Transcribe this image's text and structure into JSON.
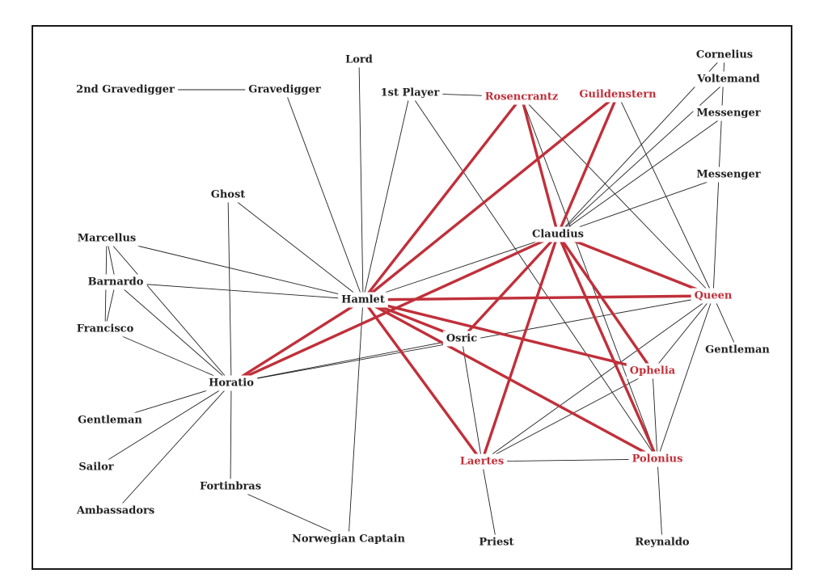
{
  "colors": {
    "highlight": "#c0303a",
    "normal": "#222222"
  },
  "nodes": [
    {
      "id": "gravedigger2",
      "label": "2nd Gravedigger",
      "highlight": false
    },
    {
      "id": "gravedigger",
      "label": "Gravedigger",
      "highlight": false
    },
    {
      "id": "lord",
      "label": "Lord",
      "highlight": false
    },
    {
      "id": "player1",
      "label": "1st Player",
      "highlight": false
    },
    {
      "id": "rosencrantz",
      "label": "Rosencrantz",
      "highlight": true
    },
    {
      "id": "guildenstern",
      "label": "Guildenstern",
      "highlight": true
    },
    {
      "id": "cornelius",
      "label": "Cornelius",
      "highlight": false
    },
    {
      "id": "voltemand",
      "label": "Voltemand",
      "highlight": false
    },
    {
      "id": "messenger1",
      "label": "Messenger",
      "highlight": false
    },
    {
      "id": "messenger2",
      "label": "Messenger",
      "highlight": false
    },
    {
      "id": "ghost",
      "label": "Ghost",
      "highlight": false
    },
    {
      "id": "marcellus",
      "label": "Marcellus",
      "highlight": false
    },
    {
      "id": "barnardo",
      "label": "Barnardo",
      "highlight": false
    },
    {
      "id": "francisco",
      "label": "Francisco",
      "highlight": false
    },
    {
      "id": "claudius",
      "label": "Claudius",
      "highlight": false
    },
    {
      "id": "hamlet",
      "label": "Hamlet",
      "highlight": false
    },
    {
      "id": "queen",
      "label": "Queen",
      "highlight": true
    },
    {
      "id": "osric",
      "label": "Osric",
      "highlight": false
    },
    {
      "id": "gentleman_r",
      "label": "Gentleman",
      "highlight": false
    },
    {
      "id": "ophelia",
      "label": "Ophelia",
      "highlight": true
    },
    {
      "id": "horatio",
      "label": "Horatio",
      "highlight": false
    },
    {
      "id": "gentleman_l",
      "label": "Gentleman",
      "highlight": false
    },
    {
      "id": "sailor",
      "label": "Sailor",
      "highlight": false
    },
    {
      "id": "fortinbras",
      "label": "Fortinbras",
      "highlight": false
    },
    {
      "id": "ambassadors",
      "label": "Ambassadors",
      "highlight": false
    },
    {
      "id": "laertes",
      "label": "Laertes",
      "highlight": true
    },
    {
      "id": "polonius",
      "label": "Polonius",
      "highlight": true
    },
    {
      "id": "captain",
      "label": "Norwegian Captain",
      "highlight": false
    },
    {
      "id": "priest",
      "label": "Priest",
      "highlight": false
    },
    {
      "id": "reynaldo",
      "label": "Reynaldo",
      "highlight": false
    }
  ],
  "edges": [
    {
      "from": "gravedigger2",
      "to": "gravedigger",
      "highlight": false
    },
    {
      "from": "gravedigger",
      "to": "hamlet",
      "highlight": false
    },
    {
      "from": "lord",
      "to": "hamlet",
      "highlight": false
    },
    {
      "from": "player1",
      "to": "rosencrantz",
      "highlight": false
    },
    {
      "from": "player1",
      "to": "hamlet",
      "highlight": false
    },
    {
      "from": "player1",
      "to": "polonius",
      "highlight": false
    },
    {
      "from": "cornelius",
      "to": "claudius",
      "highlight": false
    },
    {
      "from": "voltemand",
      "to": "claudius",
      "highlight": false
    },
    {
      "from": "messenger1",
      "to": "claudius",
      "highlight": false
    },
    {
      "from": "messenger2",
      "to": "claudius",
      "highlight": false
    },
    {
      "from": "cornelius",
      "to": "queen",
      "highlight": false
    },
    {
      "from": "rosencrantz",
      "to": "queen",
      "highlight": false
    },
    {
      "from": "guildenstern",
      "to": "queen",
      "highlight": false
    },
    {
      "from": "rosencrantz",
      "to": "polonius",
      "highlight": false
    },
    {
      "from": "ghost",
      "to": "hamlet",
      "highlight": false
    },
    {
      "from": "ghost",
      "to": "horatio",
      "highlight": false
    },
    {
      "from": "marcellus",
      "to": "hamlet",
      "highlight": false
    },
    {
      "from": "marcellus",
      "to": "horatio",
      "highlight": false
    },
    {
      "from": "marcellus",
      "to": "barnardo",
      "highlight": false
    },
    {
      "from": "marcellus",
      "to": "francisco",
      "highlight": false
    },
    {
      "from": "barnardo",
      "to": "francisco",
      "highlight": false
    },
    {
      "from": "barnardo",
      "to": "hamlet",
      "highlight": false
    },
    {
      "from": "barnardo",
      "to": "horatio",
      "highlight": false
    },
    {
      "from": "francisco",
      "to": "horatio",
      "highlight": false
    },
    {
      "from": "claudius",
      "to": "hamlet",
      "highlight": false
    },
    {
      "from": "horatio",
      "to": "osric",
      "highlight": false
    },
    {
      "from": "horatio",
      "to": "queen",
      "highlight": false
    },
    {
      "from": "horatio",
      "to": "gentleman_l",
      "highlight": false
    },
    {
      "from": "horatio",
      "to": "sailor",
      "highlight": false
    },
    {
      "from": "horatio",
      "to": "ambassadors",
      "highlight": false
    },
    {
      "from": "horatio",
      "to": "fortinbras",
      "highlight": false
    },
    {
      "from": "fortinbras",
      "to": "captain",
      "highlight": false
    },
    {
      "from": "hamlet",
      "to": "captain",
      "highlight": false
    },
    {
      "from": "osric",
      "to": "laertes",
      "highlight": false
    },
    {
      "from": "queen",
      "to": "gentleman_r",
      "highlight": false
    },
    {
      "from": "queen",
      "to": "ophelia",
      "highlight": false
    },
    {
      "from": "queen",
      "to": "laertes",
      "highlight": false
    },
    {
      "from": "queen",
      "to": "polonius",
      "highlight": false
    },
    {
      "from": "ophelia",
      "to": "laertes",
      "highlight": false
    },
    {
      "from": "ophelia",
      "to": "polonius",
      "highlight": false
    },
    {
      "from": "laertes",
      "to": "polonius",
      "highlight": false
    },
    {
      "from": "laertes",
      "to": "priest",
      "highlight": false
    },
    {
      "from": "polonius",
      "to": "reynaldo",
      "highlight": false
    },
    {
      "from": "hamlet",
      "to": "rosencrantz",
      "highlight": true
    },
    {
      "from": "hamlet",
      "to": "guildenstern",
      "highlight": true
    },
    {
      "from": "hamlet",
      "to": "queen",
      "highlight": true
    },
    {
      "from": "hamlet",
      "to": "osric",
      "highlight": true
    },
    {
      "from": "hamlet",
      "to": "ophelia",
      "highlight": true
    },
    {
      "from": "hamlet",
      "to": "laertes",
      "highlight": true
    },
    {
      "from": "hamlet",
      "to": "polonius",
      "highlight": true
    },
    {
      "from": "hamlet",
      "to": "horatio",
      "highlight": true
    },
    {
      "from": "rosencrantz",
      "to": "claudius",
      "highlight": true
    },
    {
      "from": "guildenstern",
      "to": "claudius",
      "highlight": true
    },
    {
      "from": "claudius",
      "to": "horatio",
      "highlight": true
    },
    {
      "from": "claudius",
      "to": "osric",
      "highlight": true
    },
    {
      "from": "claudius",
      "to": "laertes",
      "highlight": true
    },
    {
      "from": "claudius",
      "to": "queen",
      "highlight": true
    },
    {
      "from": "claudius",
      "to": "ophelia",
      "highlight": true
    },
    {
      "from": "claudius",
      "to": "polonius",
      "highlight": true
    }
  ]
}
